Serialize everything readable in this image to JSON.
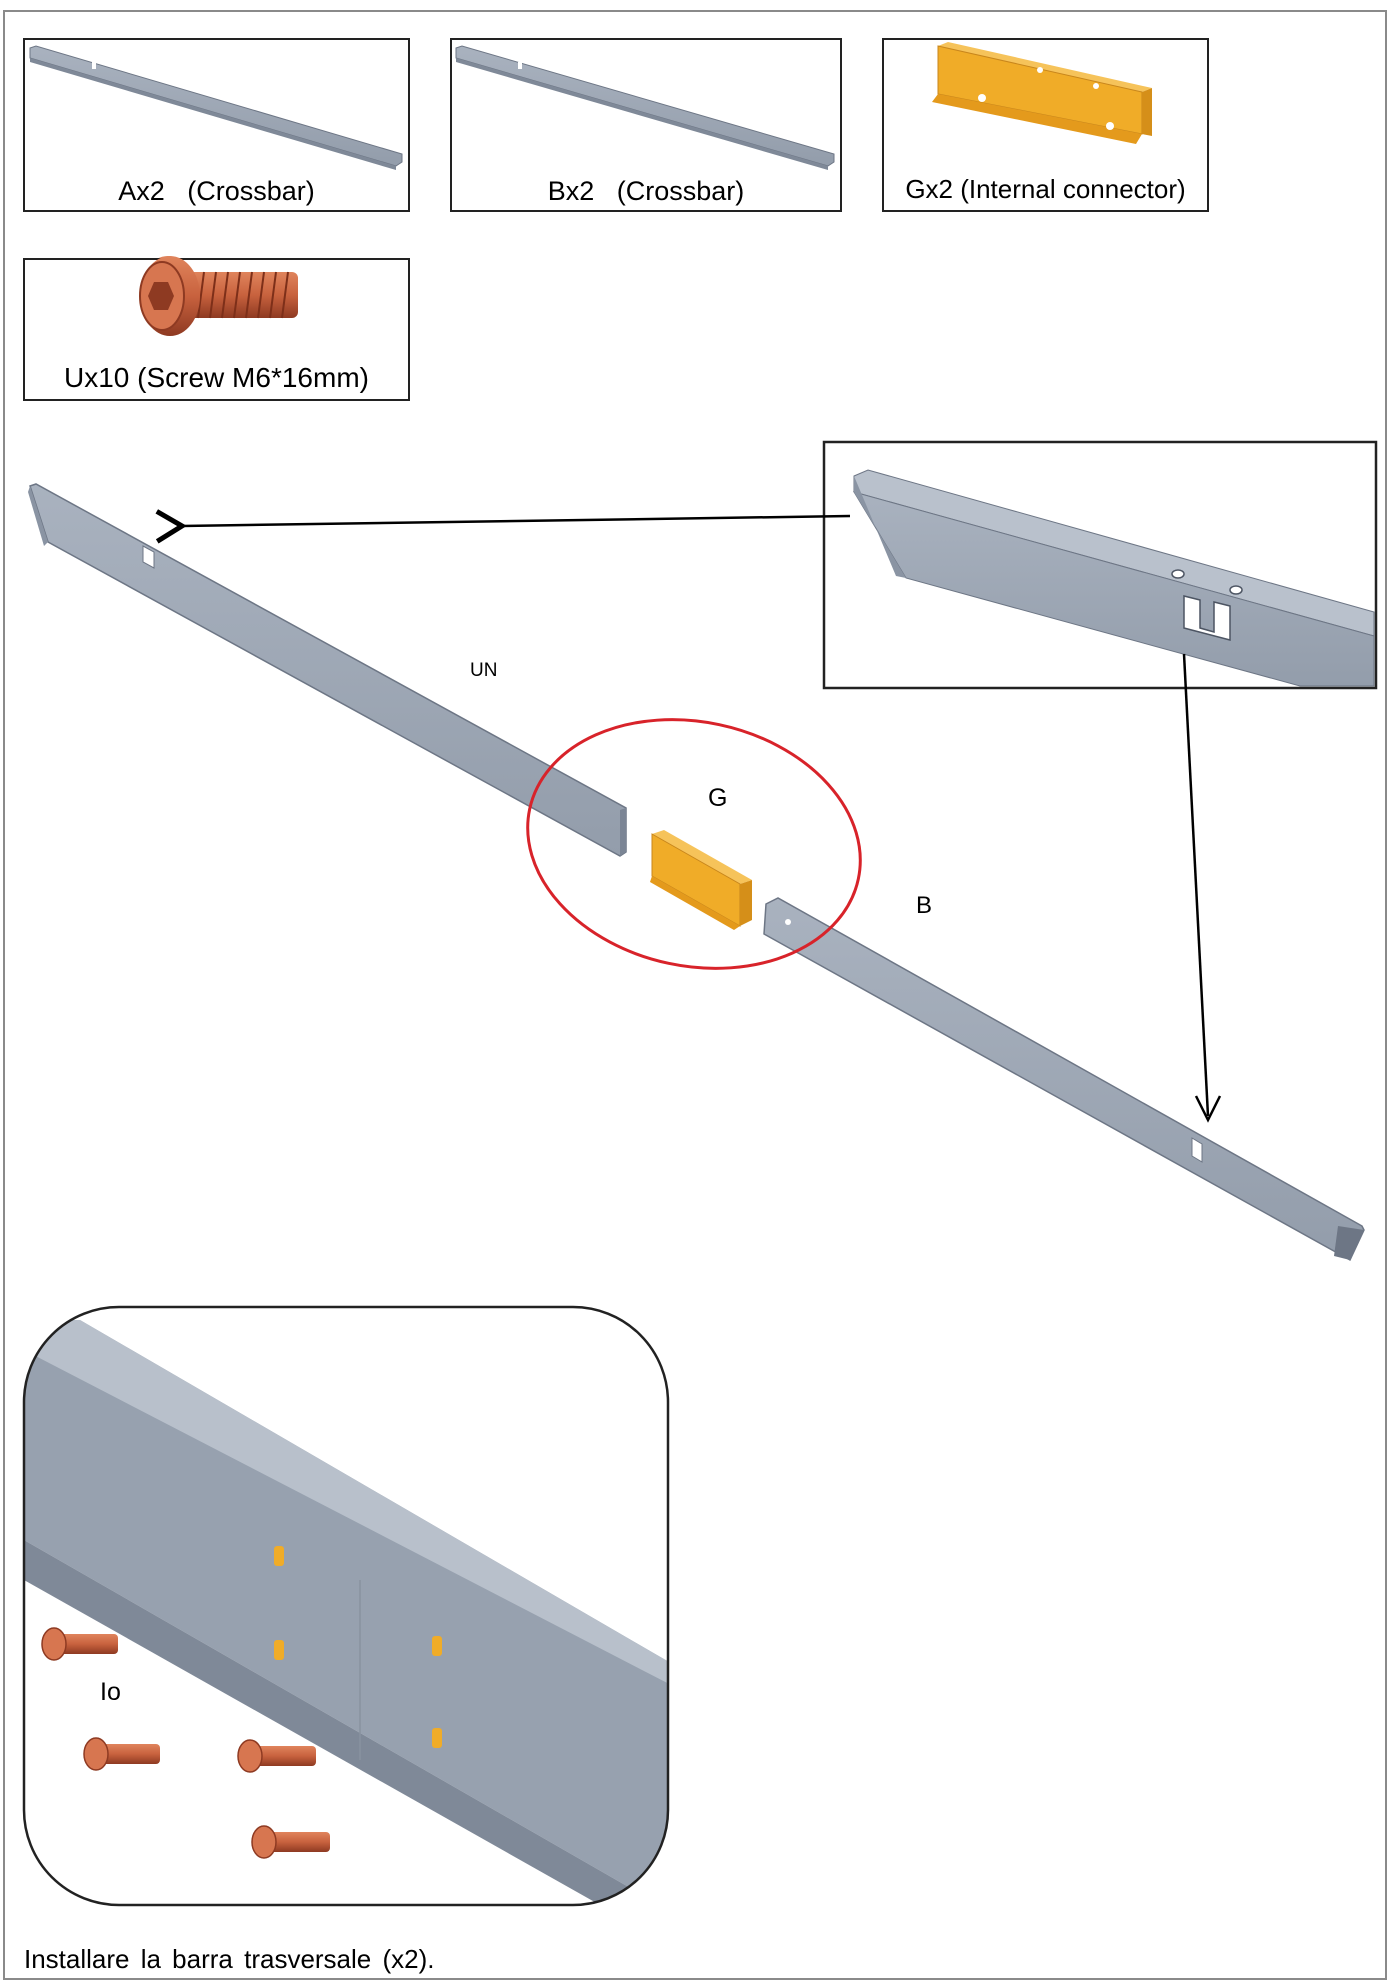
{
  "parts": [
    {
      "id": "A",
      "label": "Ax2   (Crossbar)"
    },
    {
      "id": "B",
      "label": "Bx2   (Crossbar)"
    },
    {
      "id": "G",
      "label": "Gx2 (Internal connector)"
    },
    {
      "id": "U",
      "label": "Ux10 (Screw M6*16mm)"
    }
  ],
  "callouts": {
    "bar_a": "UN",
    "connector": "G",
    "bar_b": "B",
    "screws": "Io"
  },
  "caption": "Installare la barra trasversale (x2).",
  "colors": {
    "bar": "#99a3b1",
    "bar_dark": "#7f8998",
    "connector": "#f0ac28",
    "screw": "#c8623e",
    "highlight_ring": "#d8232a"
  },
  "icons": [
    "crossbar-a-icon",
    "crossbar-b-icon",
    "internal-connector-icon",
    "screw-icon"
  ]
}
